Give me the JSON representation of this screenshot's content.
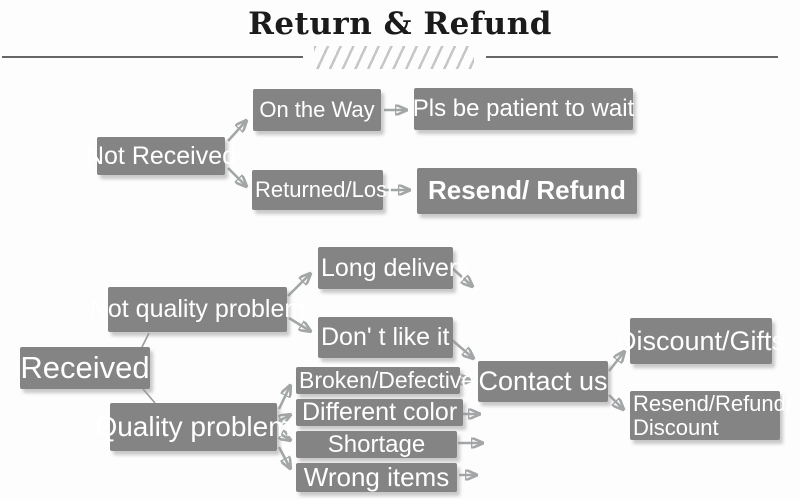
{
  "title": "Return & Refund",
  "nodes": {
    "not_received": "Not Received",
    "on_the_way": "On the Way",
    "pls_wait": "Pls be patient to wait",
    "returned_lost": "Returned/Lost",
    "resend_refund": "Resend/ Refund",
    "received": "Received",
    "not_quality_problem": "Not quality problem",
    "long_delivery": "Long delivery",
    "dont_like_it": "Don' t like it",
    "quality_problem": "Quality problem",
    "broken_defective": "Broken/Defective",
    "different_color": "Different color",
    "shortage": "Shortage",
    "wrong_items": "Wrong items",
    "contact_us": "Contact us",
    "discount_gifts": "Discount/Gifts",
    "resend_refund_discount": "Resend/Refund/\nDiscount"
  },
  "colors": {
    "box": "#848484",
    "box_text": "#ffffff",
    "arrow": "#a2a6a6",
    "title_text": "#1b1b1b",
    "divider": "#666666",
    "hatch": "#c6c6c6"
  }
}
